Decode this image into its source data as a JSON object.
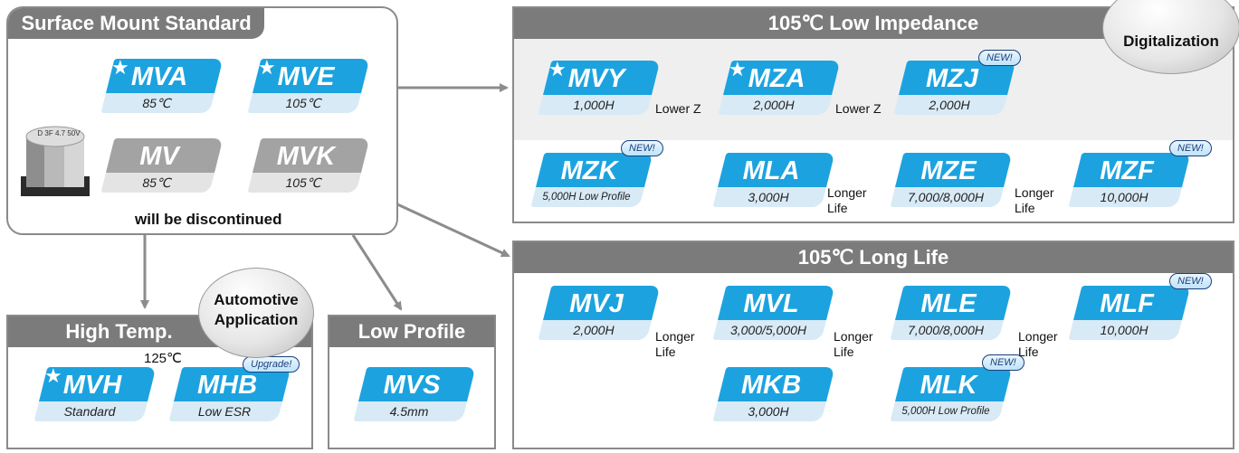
{
  "colors": {
    "series_blue": "#1ca3df",
    "label_blue": "#d8eaf6",
    "discontinued_gray": "#a3a3a3",
    "header_gray": "#7b7b7b",
    "arrow_gray": "#8c8c8c"
  },
  "surface": {
    "title": "Surface Mount Standard",
    "note": "will be discontinued",
    "cards": [
      {
        "name": "MVA",
        "sub": "85℃",
        "star": "★"
      },
      {
        "name": "MVE",
        "sub": "105℃",
        "star": "★"
      },
      {
        "name": "MV",
        "sub": "85℃"
      },
      {
        "name": "MVK",
        "sub": "105℃"
      }
    ],
    "capacitor_text": "D 3F 4.7 50V"
  },
  "low_impedance": {
    "title": "105℃ Low Impedance",
    "badge": "Digitalization",
    "cards": [
      {
        "name": "MVY",
        "sub": "1,000H",
        "star": "★"
      },
      {
        "name": "MZA",
        "sub": "2,000H",
        "star": "★"
      },
      {
        "name": "MZJ",
        "sub": "2,000H",
        "badge": "NEW!"
      },
      {
        "name": "MZK",
        "sub": "5,000H Low Profile",
        "badge": "NEW!"
      },
      {
        "name": "MLA",
        "sub": "3,000H"
      },
      {
        "name": "MZE",
        "sub": "7,000/8,000H"
      },
      {
        "name": "MZF",
        "sub": "10,000H",
        "badge": "NEW!"
      }
    ],
    "labels": {
      "lower_z": "Lower Z",
      "longer": "Longer",
      "life": "Life"
    }
  },
  "long_life": {
    "title": "105℃ Long Life",
    "cards": [
      {
        "name": "MVJ",
        "sub": "2,000H"
      },
      {
        "name": "MVL",
        "sub": "3,000/5,000H"
      },
      {
        "name": "MLE",
        "sub": "7,000/8,000H"
      },
      {
        "name": "MLF",
        "sub": "10,000H",
        "badge": "NEW!"
      },
      {
        "name": "MKB",
        "sub": "3,000H"
      },
      {
        "name": "MLK",
        "sub": "5,000H Low Profile",
        "badge": "NEW!"
      }
    ],
    "labels": {
      "longer": "Longer",
      "life": "Life"
    }
  },
  "high_temp": {
    "title": "High Temp.",
    "temp": "125℃",
    "badge_line1": "Automotive",
    "badge_line2": "Application",
    "cards": [
      {
        "name": "MVH",
        "sub": "Standard",
        "star": "★"
      },
      {
        "name": "MHB",
        "sub": "Low ESR",
        "badge": "Upgrade!"
      }
    ]
  },
  "low_profile": {
    "title": "Low Profile",
    "cards": [
      {
        "name": "MVS",
        "sub": "4.5mm"
      }
    ]
  }
}
